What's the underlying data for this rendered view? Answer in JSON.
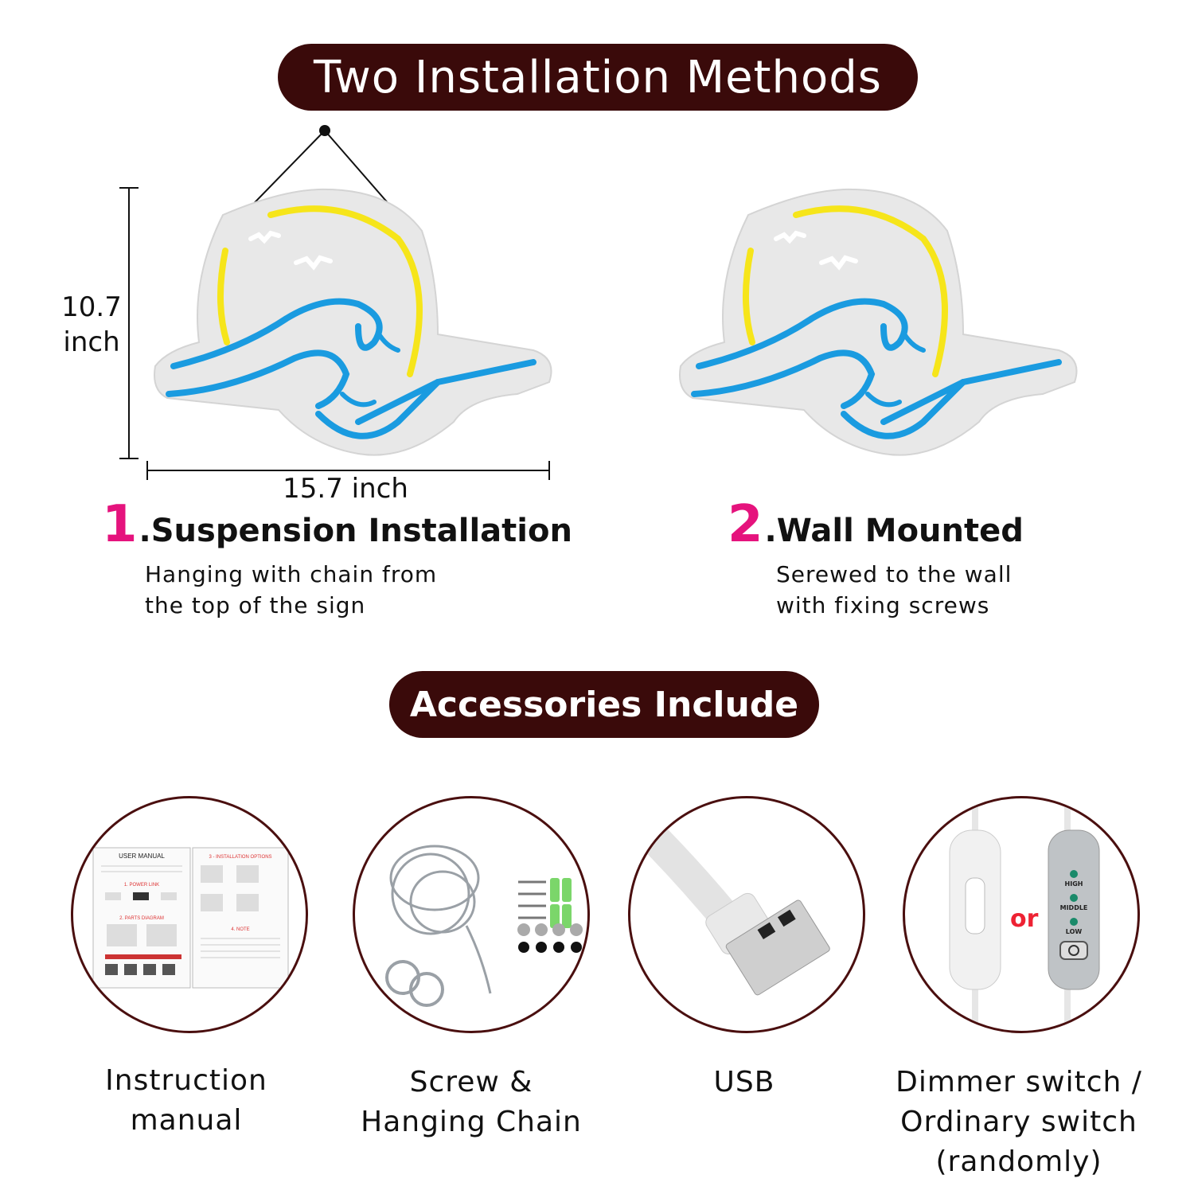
{
  "header": {
    "title": "Two Installation Methods"
  },
  "dimensions": {
    "height_value": "10.7",
    "height_unit": "inch",
    "width": "15.7 inch"
  },
  "methods": [
    {
      "number": "1",
      "title": ".Suspension Installation",
      "line1": "Hanging with chain from",
      "line2": "the top of the sign"
    },
    {
      "number": "2",
      "title": ".Wall Mounted",
      "line1": "Serewed to the wall",
      "line2": "with fixing screws"
    }
  ],
  "accessories": {
    "title": "Accessories Include",
    "items": [
      {
        "line1": "Instruction",
        "line2": "manual",
        "line3": ""
      },
      {
        "line1": "Screw &",
        "line2": "Hanging Chain",
        "line3": ""
      },
      {
        "line1": "USB",
        "line2": "",
        "line3": ""
      },
      {
        "line1": "Dimmer switch /",
        "line2": "Ordinary switch",
        "line3": "(randomly)"
      }
    ]
  },
  "manual_thumbnail": {
    "title": "USER MANUAL",
    "section1": "1. POWER LINK",
    "section2": "2. PARTS DIAGRAM",
    "section3": "3 - INSTALLATION OPTIONS",
    "section4": "4. NOTE"
  },
  "dimmer": {
    "high": "HIGH",
    "middle": "MIDDLE",
    "low": "LOW",
    "or": "or"
  },
  "colors": {
    "pill_bg": "#3a0a0a",
    "accent_pink": "#e5137d",
    "neon_yellow": "#f6e51a",
    "neon_blue": "#1a9be0"
  }
}
